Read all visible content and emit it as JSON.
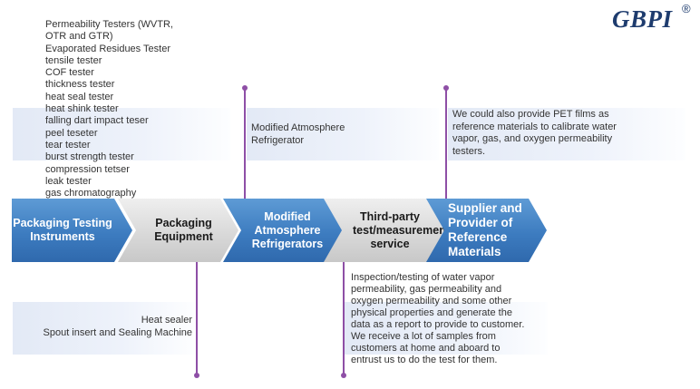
{
  "logo": {
    "text": "GBPI",
    "mark": "®"
  },
  "top_list": [
    "Permeability Testers (WVTR,",
    "OTR and GTR)",
    "Evaporated Residues Tester",
    "tensile tester",
    "COF tester",
    "thickness tester",
    "heat seal tester",
    "heat shink tester",
    "falling dart impact teser",
    "peel teseter",
    "tear tester",
    "burst strength tester",
    "compression tetser",
    "leak tester",
    "gas chromatography"
  ],
  "refrigerator_note": "Modified Atmosphere Refrigerator",
  "pet_note": "We could also provide PET films as reference materials to calibrate water vapor, gas, and oxygen permeability testers.",
  "steps": [
    {
      "label": "Packaging Testing Instruments",
      "color": "#3d7cc0"
    },
    {
      "label": "Packaging Equipment",
      "color": "#d9d9d9"
    },
    {
      "label": "Modified Atmosphere Refrigerators",
      "color": "#3d7cc0"
    },
    {
      "label": "Third-party test/measurement service",
      "color": "#d9d9d9"
    },
    {
      "label": "Supplier and Provider of Reference Materials",
      "color": "#3d7cc0"
    }
  ],
  "equipment_list": [
    "Heat sealer",
    "Spout insert and Sealing Machine"
  ],
  "service_note": "Inspection/testing of water vapor permeability, gas permeability and oxygen permeability and some other physical properties and generate the data as a report to provide to customer. We receive a lot of  samples from customers at home and aboard to entrust us to do the test for them.",
  "connector_color": "#8e4fa6"
}
